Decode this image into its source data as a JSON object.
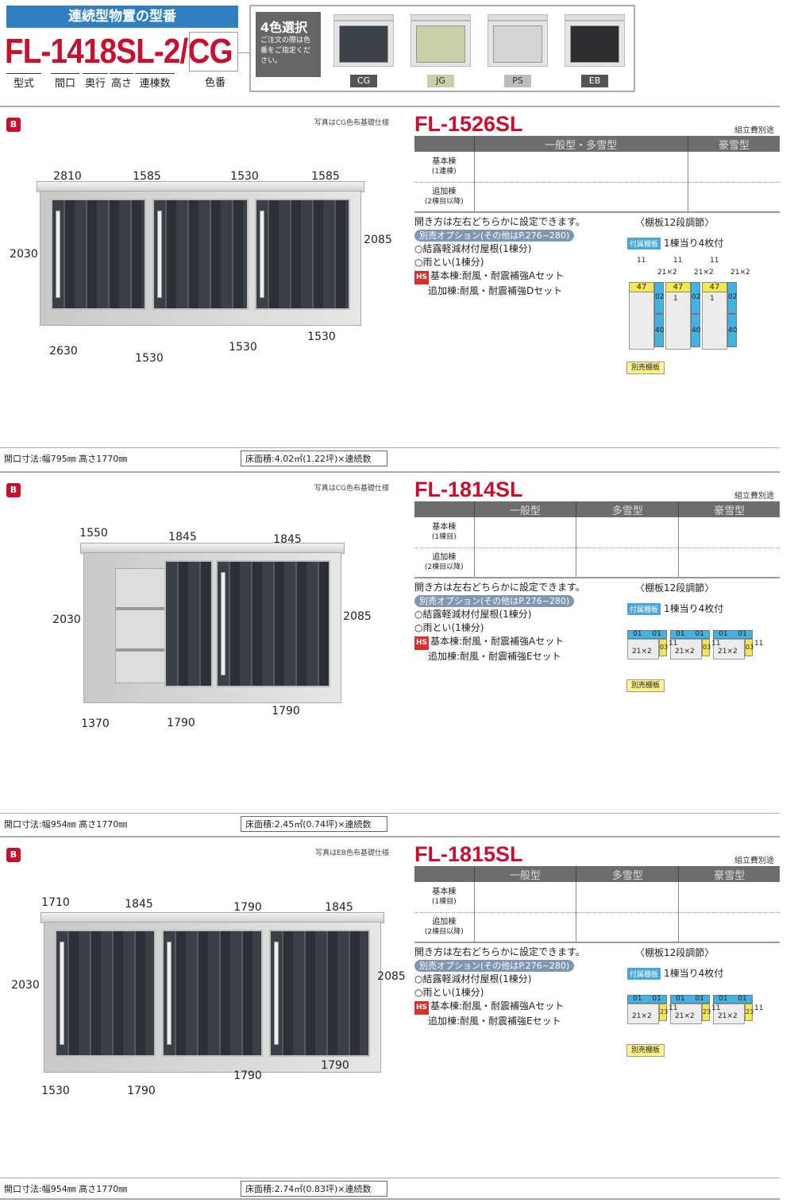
{
  "header": {
    "title": "連続型物置の型番",
    "model_code": "FL-1418SL-2/CG",
    "labels": [
      "型式",
      "間口",
      "奥行",
      "高さ",
      "連棟数",
      "色番"
    ],
    "colors_title": "4色選択",
    "colors_note": "ご注文の際は色番をご指定ください。",
    "colors": [
      {
        "code": "CG",
        "hex": "#3d4148"
      },
      {
        "code": "JG",
        "hex": "#c9d0a8"
      },
      {
        "code": "PS",
        "hex": "#d4d4d4"
      },
      {
        "code": "EB",
        "hex": "#2e2e30"
      }
    ]
  },
  "common": {
    "assembly": "組立費別途",
    "opening_dir": "開き方は左右どちらかに設定できます。",
    "option_pill": "別売オプション(その他はP.276~280)",
    "option1": "○結露軽減材付屋根(1棟分)",
    "option2": "○雨とい(1棟分)",
    "hs": "HS",
    "shelf_adjust": "〈棚板12段調節〉",
    "shelf_included": "付属棚板",
    "shelf_count": "1棟当り4枚付",
    "shelf_sold": "別売棚板",
    "badge": "B"
  },
  "products": [
    {
      "title": "FL-1526SL",
      "photo_note": "写真はCG色布基礎仕様",
      "columns": [
        "",
        "一般型・多雪型",
        "豪雪型"
      ],
      "rows": [
        {
          "label": "基本棟",
          "sub": "(1連棟)"
        },
        {
          "label": "追加棟",
          "sub": "(2棟目以降)"
        }
      ],
      "reinforce_base": "基本棟:耐風・耐震補強Aセット",
      "reinforce_add": "追加棟:耐風・耐震補強Dセット",
      "dims": [
        "2810",
        "1585",
        "1530",
        "1585",
        "2030",
        "2085",
        "2630",
        "1530",
        "1530",
        "1530"
      ],
      "shelf_labels": [
        "11",
        "21×2",
        "47",
        "02",
        "40",
        "1"
      ],
      "opening": "開口寸法:幅795㎜ 高さ1770㎜",
      "floor": "床面積:4.02㎡(1.22坪)×連続数"
    },
    {
      "title": "FL-1814SL",
      "photo_note": "写真はCG色布基礎仕様",
      "columns": [
        "",
        "一般型",
        "多雪型",
        "豪雪型"
      ],
      "rows": [
        {
          "label": "基本棟",
          "sub": "(1棟目)"
        },
        {
          "label": "追加棟",
          "sub": "(2棟目以降)"
        }
      ],
      "reinforce_base": "基本棟:耐風・耐震補強Aセット",
      "reinforce_add": "追加棟:耐風・耐震補強Eセット",
      "dims": [
        "1550",
        "1845",
        "1845",
        "2030",
        "2085",
        "1370",
        "1790",
        "1790"
      ],
      "shelf_labels": [
        "01",
        "01",
        "21×2",
        "03",
        "11"
      ],
      "opening": "開口寸法:幅954㎜ 高さ1770㎜",
      "floor": "床面積:2.45㎡(0.74坪)×連続数"
    },
    {
      "title": "FL-1815SL",
      "photo_note": "写真はEB色布基礎仕様",
      "columns": [
        "",
        "一般型",
        "多雪型",
        "豪雪型"
      ],
      "rows": [
        {
          "label": "基本棟",
          "sub": "(1棟目)"
        },
        {
          "label": "追加棟",
          "sub": "(2棟目以降)"
        }
      ],
      "reinforce_base": "基本棟:耐風・耐震補強Aセット",
      "reinforce_add": "追加棟:耐風・耐震補強Eセット",
      "dims": [
        "1710",
        "1845",
        "1790",
        "1845",
        "2030",
        "2085",
        "1530",
        "1790",
        "1790",
        "1790"
      ],
      "shelf_labels": [
        "01",
        "01",
        "21×2",
        "23",
        "11"
      ],
      "opening": "開口寸法:幅954㎜ 高さ1770㎜",
      "floor": "床面積:2.74㎡(0.83坪)×連続数"
    }
  ]
}
